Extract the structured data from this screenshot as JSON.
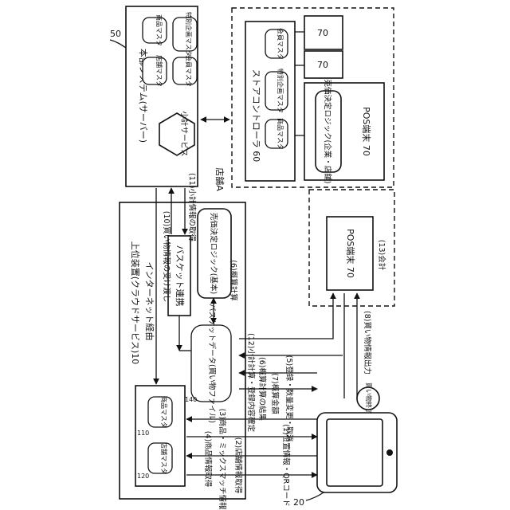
{
  "diagram": {
    "server": {
      "ref": "50",
      "title": "本部システム(サーバー)",
      "masters": [
        "商品マスタ",
        "特別企画マスタ",
        "店舗マスタ",
        "会員マスタ"
      ],
      "service": "小計サービス"
    },
    "store": {
      "label": "店舗A",
      "controller": "ストアコントローラ 60",
      "masters": [
        "会員マスタ",
        "特別企画マスタ",
        "商品マスタ"
      ],
      "pos_main": "POS端末 70",
      "pricing": "売価決定ロジック(企業・店舗)",
      "pos_small": [
        "70",
        "70"
      ],
      "pos_lower": "POS端末 70",
      "checkout": "(13)会計"
    },
    "cloud": {
      "title": "上位装置(クラウドサービス)10",
      "via_internet": "インターネット経由",
      "basket_link": "バスケット連携",
      "pricing": "売価決定ロジック(基本)",
      "basket_data": "バスケットデータ(買い物ファイル)",
      "ref_basket": "140",
      "ref_store_master": "120",
      "ref_product_master": "110",
      "store_master": "店舗マスタ",
      "product_master": "商品マスタ"
    },
    "device": {
      "ref": "20"
    },
    "steps": {
      "s1": "(1)位置情報・QRコード",
      "s2": "(2)店舗情報取得",
      "s3": "(3)商品・ミックスマッチ情報",
      "s4": "(4)商品情報取得",
      "s5": "(5)登録・数量変更・取消",
      "s6": "(6)概算計算",
      "s6b": "(6)概算計算の結果",
      "s7": "(7)概算金額",
      "s8": "(8)買い物情報出力",
      "s8b": "買い物終了",
      "s10": "(10)買い物情報の受け渡し",
      "s11": "(11)小計情報の取得",
      "s12": "(12)小計計算・登録内容確定"
    }
  }
}
